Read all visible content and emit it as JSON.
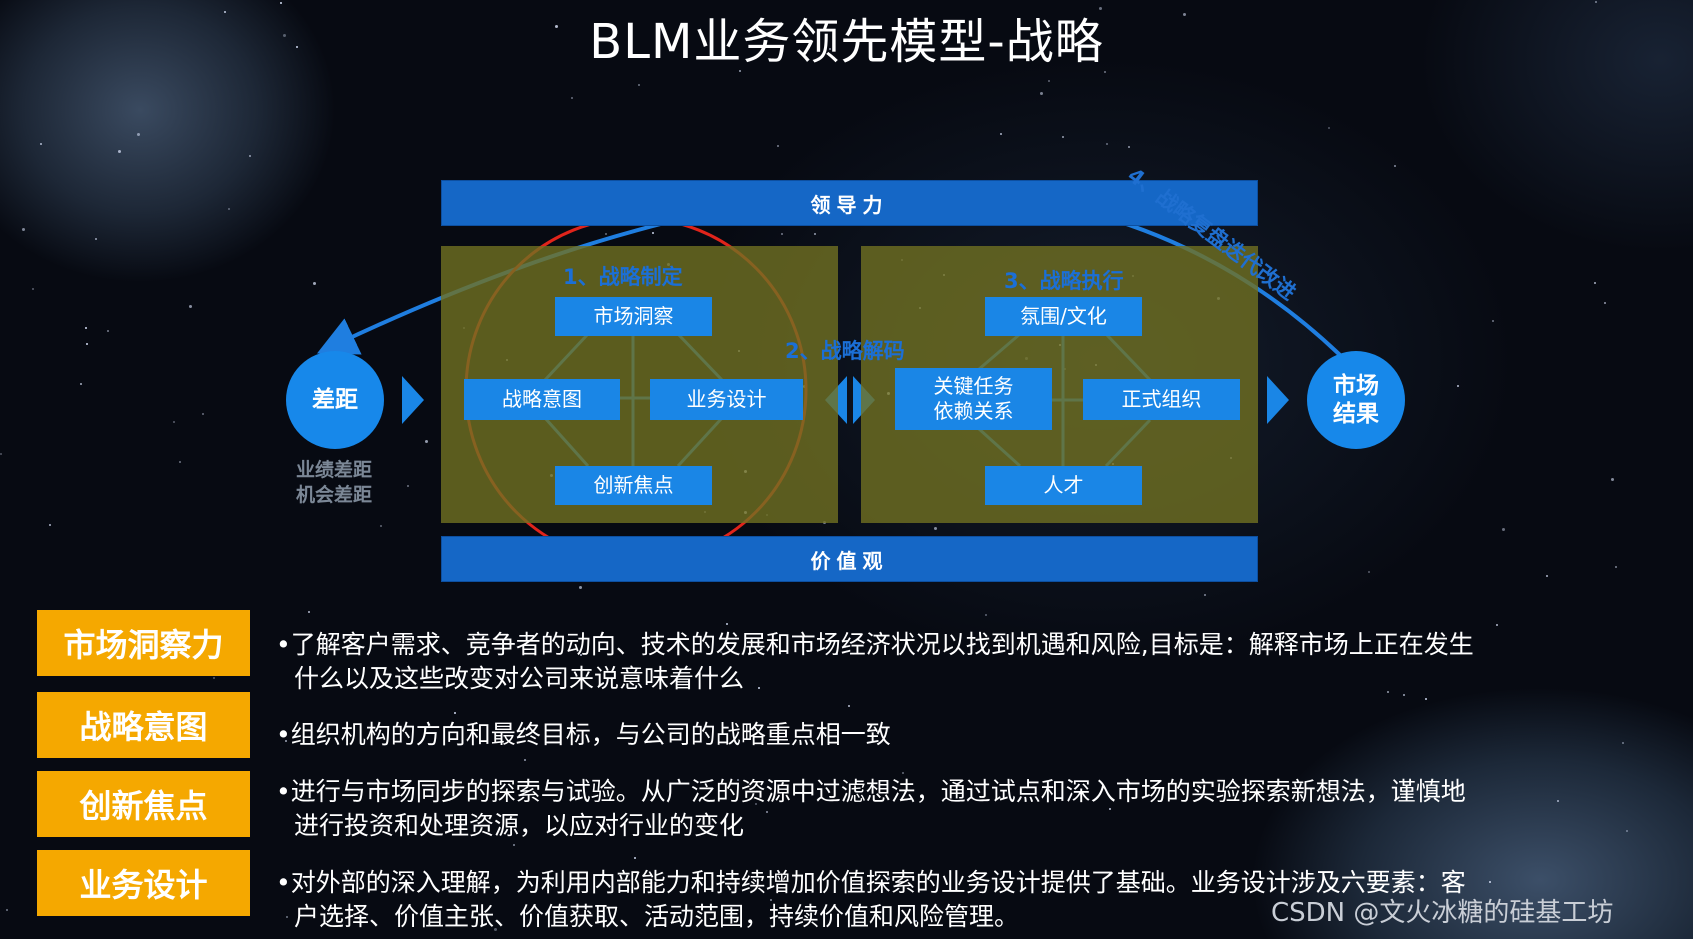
{
  "title": "BLM业务领先模型-战略",
  "colors": {
    "bar": "#1567c6",
    "node": "#1a86e6",
    "panel": "#707022",
    "tag": "#f5a800",
    "highlight_circle": "#e0241b"
  },
  "top_bar": "领导力",
  "bottom_bar": "价值观",
  "arc_label": "4、战略复盘迭代改进",
  "left_circle": {
    "label": "差距",
    "sub_lines": [
      "业绩差距",
      "机会差距"
    ]
  },
  "right_circle": {
    "label_lines": [
      "市场",
      "结果"
    ]
  },
  "formulation": {
    "label": "1、战略制定",
    "nodes": {
      "top": "市场洞察",
      "left": "战略意图",
      "right": "业务设计",
      "bottom": "创新焦点"
    }
  },
  "decoding_label": "2、战略解码",
  "execution": {
    "label": "3、战略执行",
    "nodes": {
      "top": "氛围/文化",
      "left_lines": [
        "关键任务",
        "依赖关系"
      ],
      "right": "正式组织",
      "bottom": "人才"
    }
  },
  "definitions": [
    {
      "tag": "市场洞察力",
      "lines": [
        "•了解客户需求、竞争者的动向、技术的发展和市场经济状况以找到机遇和风险,目标是：解释市场上正在发生",
        "什么以及这些改变对公司来说意味着什么"
      ]
    },
    {
      "tag": "战略意图",
      "lines": [
        "•组织机构的方向和最终目标，与公司的战略重点相一致"
      ]
    },
    {
      "tag": "创新焦点",
      "lines": [
        "•进行与市场同步的探索与试验。从广泛的资源中过滤想法，通过试点和深入市场的实验探索新想法，谨慎地",
        "进行投资和处理资源，以应对行业的变化"
      ]
    },
    {
      "tag": "业务设计",
      "lines": [
        "•对外部的深入理解，为利用内部能力和持续增加价值探索的业务设计提供了基础。业务设计涉及六要素：客",
        "户选择、价值主张、价值获取、活动范围，持续价值和风险管理。"
      ]
    }
  ],
  "watermark": "CSDN @文火冰糖的硅基工坊"
}
